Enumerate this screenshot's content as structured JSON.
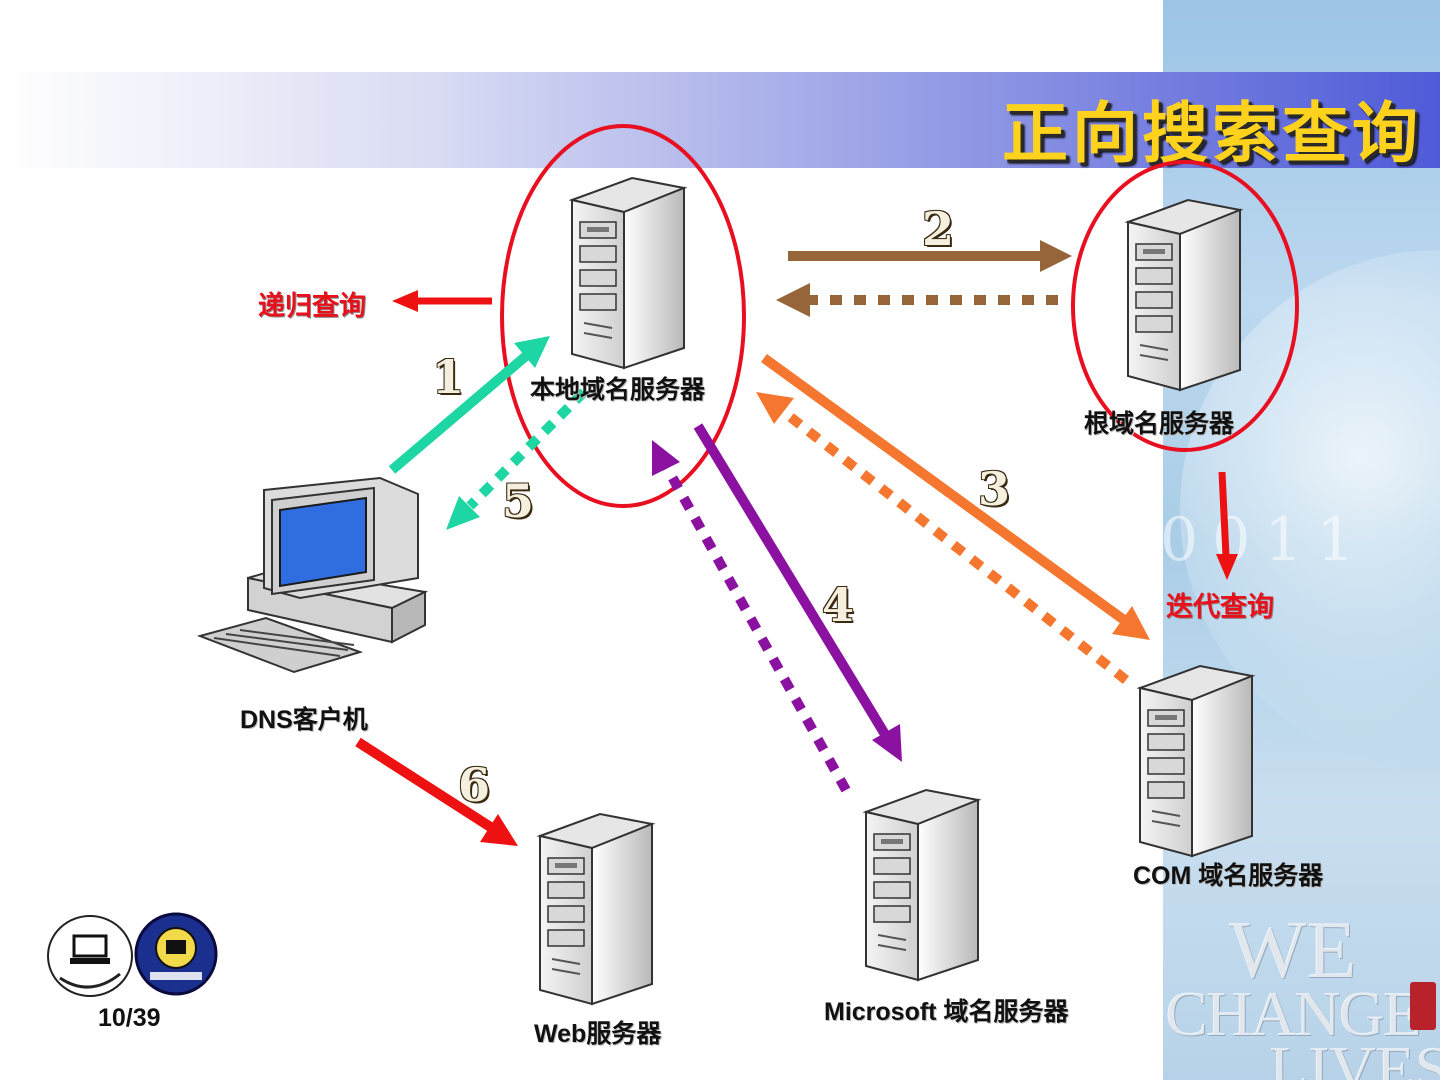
{
  "slide": {
    "title": "正向搜索查询",
    "page_number": "10/39"
  },
  "nodes": {
    "local_dns": "本地域名服务器",
    "root_dns": "根域名服务器",
    "com_dns": "COM 域名服务器",
    "ms_dns": "Microsoft 域名服务器",
    "web_server": "Web服务器",
    "client": "DNS客户机"
  },
  "annotations": {
    "recursive": "递归查询",
    "iterative": "迭代查询"
  },
  "steps": [
    "1",
    "2",
    "3",
    "4",
    "5",
    "6"
  ],
  "background": {
    "binary_text": "0011",
    "slogan": [
      "WE",
      "CHANGE",
      "LIVES"
    ]
  },
  "colors": {
    "step1_5": "#1ed6a4",
    "step2": "#96663a",
    "step3": "#f5772f",
    "step4": "#8b12a0",
    "step6": "#ee1111",
    "highlight_ring": "#e81020",
    "title_text": "#ffd21e"
  }
}
